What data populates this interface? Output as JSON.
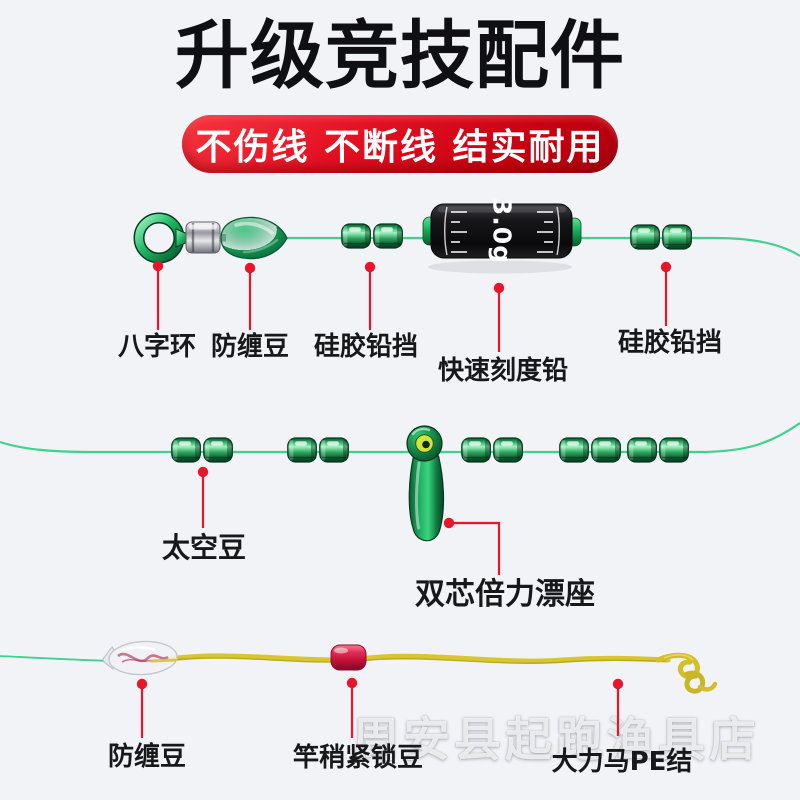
{
  "header": {
    "title": "升级竞技配件",
    "banner_text": "不伤线 不断线 结实耐用",
    "banner_color": "#d90916",
    "title_color": "#101014"
  },
  "rig": {
    "line_color": "#3fd28c",
    "callout_color": "#e8152b",
    "lead_weight_label": "3.0g",
    "labels": {
      "swivel": "八字环",
      "anti_tangle_bead_top": "防缠豆",
      "silicone_lead_stop_left": "硅胶铅挡",
      "quick_scale_lead": "快速刻度铅",
      "silicone_lead_stop_right": "硅胶铅挡",
      "space_bean": "太空豆",
      "float_seat": "双芯倍力漂座",
      "anti_tangle_bead_bottom": "防缠豆",
      "rod_tip_lock_bean": "竿稍紧锁豆",
      "pe_knot": "大力马PE结"
    }
  },
  "watermark": "周安县起跑渔具店"
}
